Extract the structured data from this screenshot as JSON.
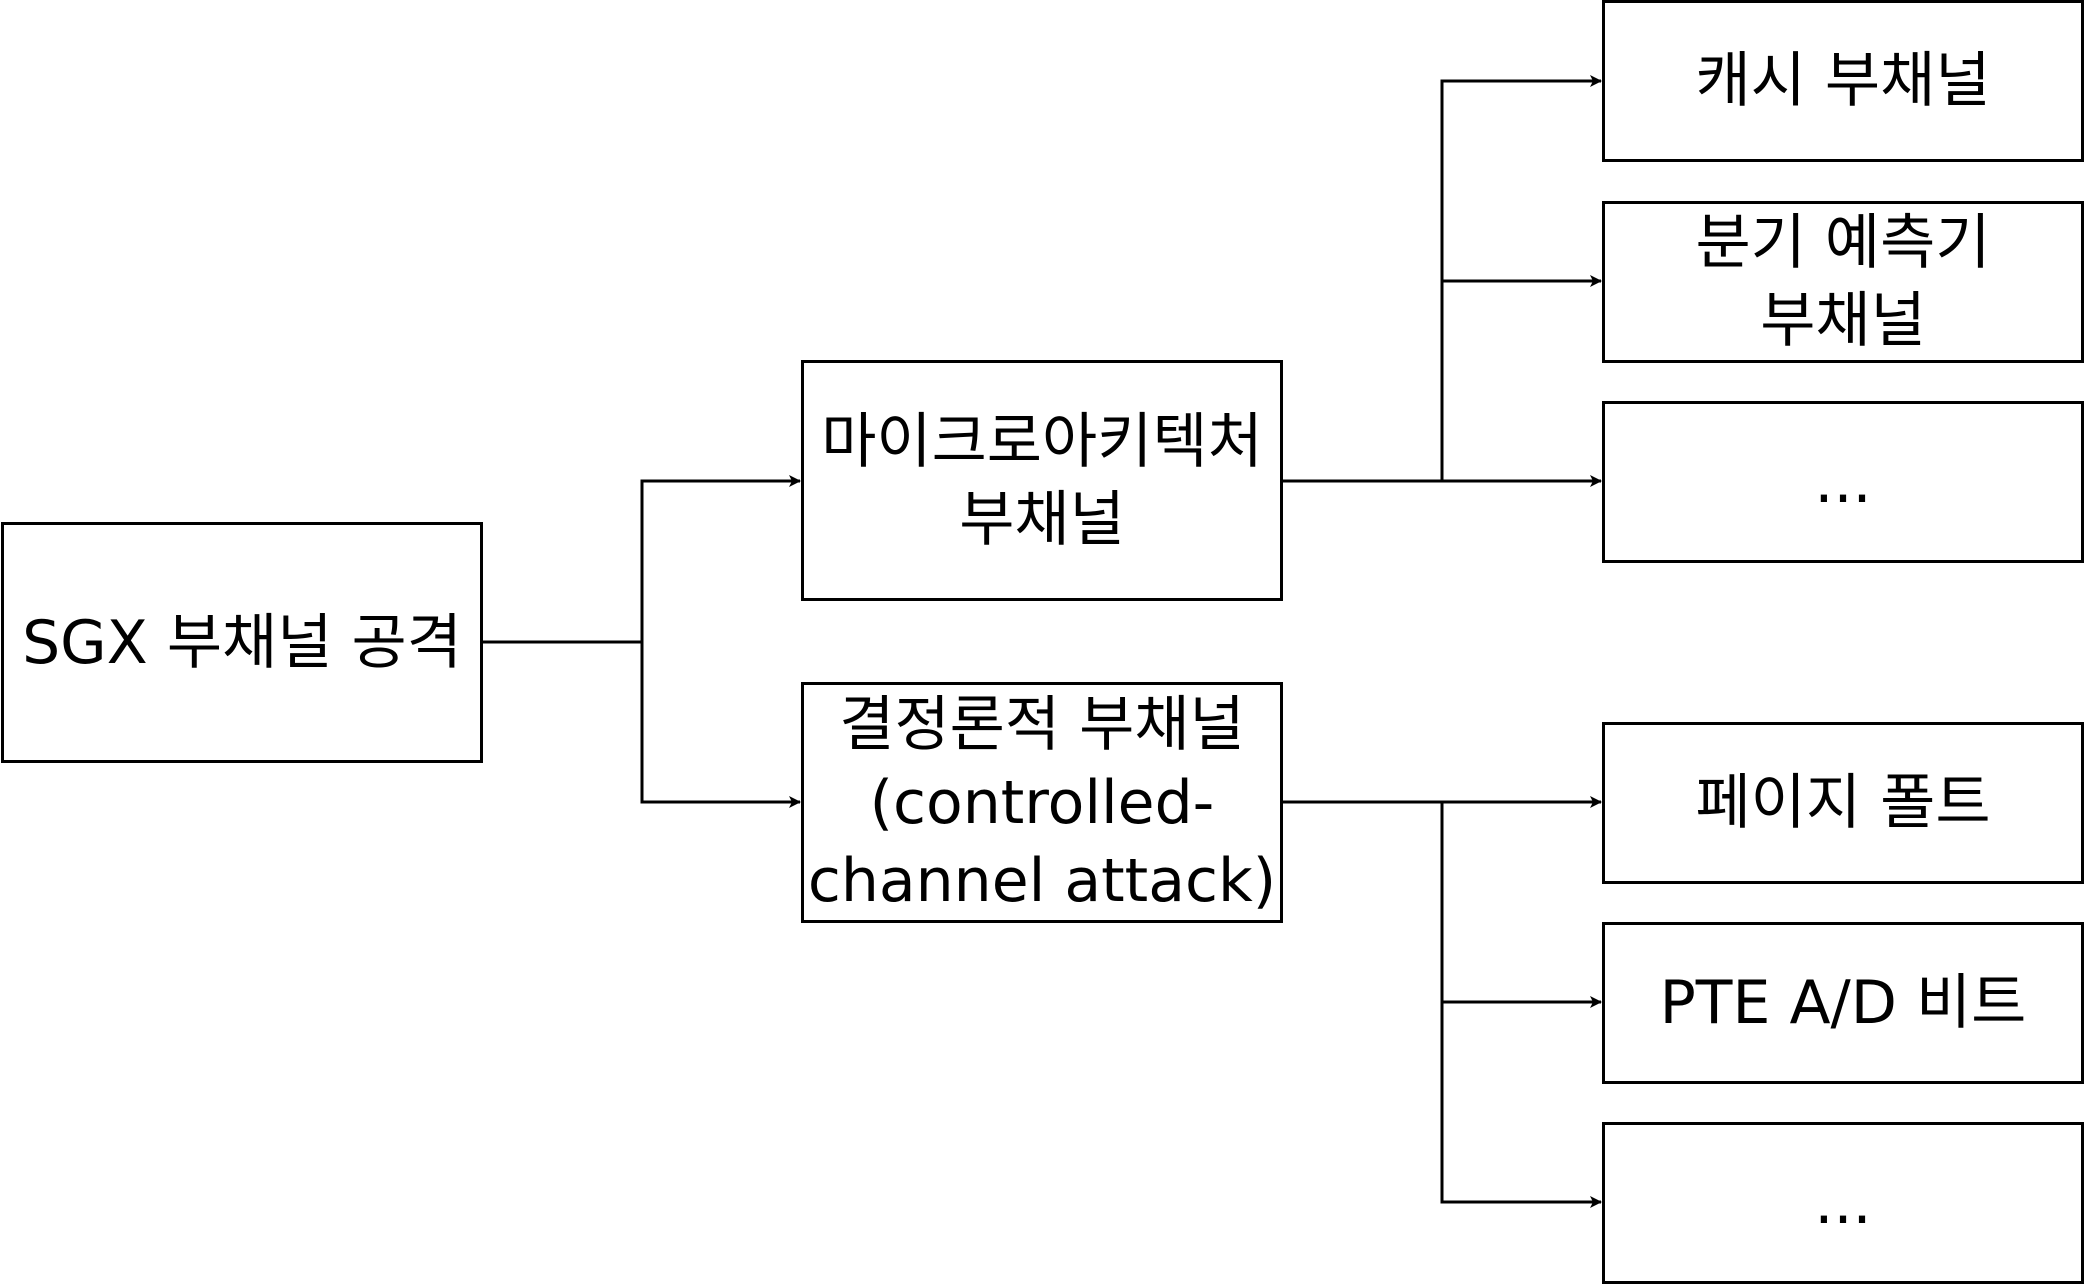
{
  "diagram": {
    "root": {
      "label": "SGX 부채널 공격"
    },
    "microarchitecture": {
      "label": "마이크로아키텍처\n부채널"
    },
    "deterministic": {
      "label": "결정론적 부채널\n(controlled-\nchannel attack)"
    },
    "micro_children": [
      {
        "label": "캐시 부채널"
      },
      {
        "label": "분기 예측기\n부채널"
      },
      {
        "label": "..."
      }
    ],
    "deterministic_children": [
      {
        "label": "페이지 폴트"
      },
      {
        "label": "PTE A/D 비트"
      },
      {
        "label": "..."
      }
    ]
  }
}
